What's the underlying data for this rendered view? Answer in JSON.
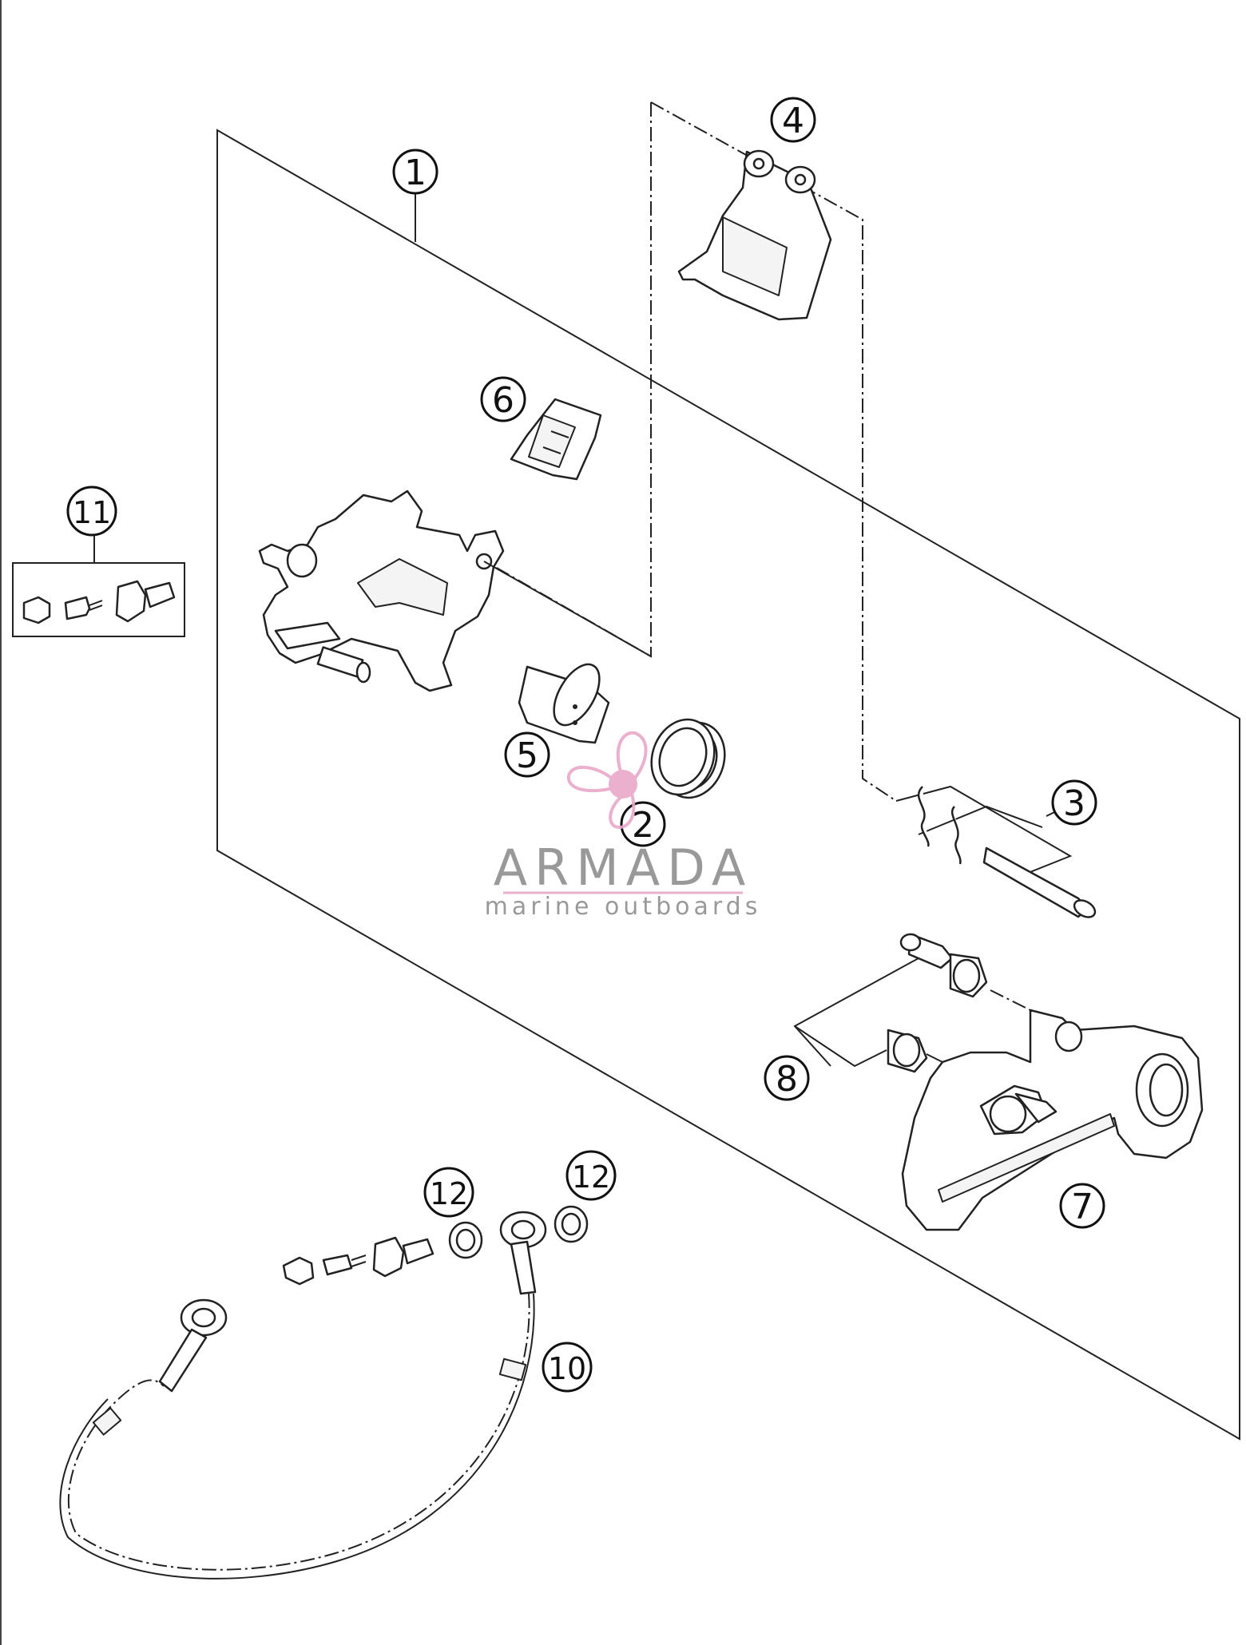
{
  "diagram": {
    "callouts": [
      {
        "id": "1",
        "label": "1"
      },
      {
        "id": "2",
        "label": "2"
      },
      {
        "id": "3",
        "label": "3"
      },
      {
        "id": "4",
        "label": "4"
      },
      {
        "id": "5",
        "label": "5"
      },
      {
        "id": "6",
        "label": "6"
      },
      {
        "id": "7",
        "label": "7"
      },
      {
        "id": "8",
        "label": "8"
      },
      {
        "id": "10",
        "label": "10"
      },
      {
        "id": "11",
        "label": "11"
      },
      {
        "id": "12a",
        "label": "12"
      },
      {
        "id": "12b",
        "label": "12"
      }
    ]
  },
  "watermark": {
    "brand": "ARMADA",
    "tagline": "marine outboards",
    "accent_color": "#e8a8c8",
    "text_color": "#8f8f8f",
    "icon": "propeller-icon"
  }
}
